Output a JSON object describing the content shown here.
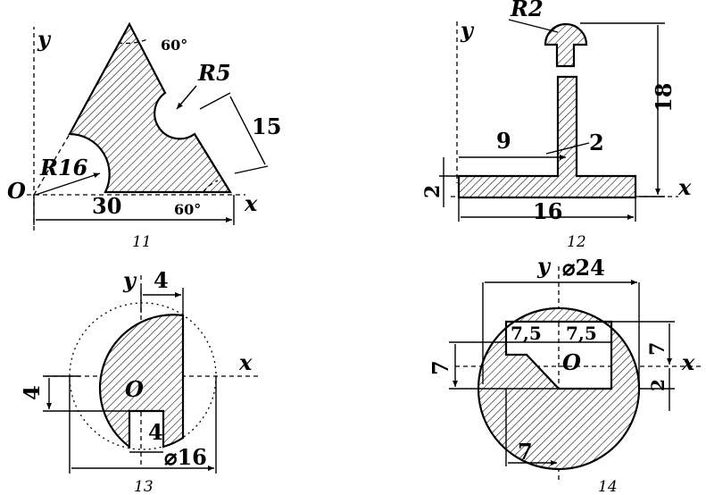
{
  "figures": [
    {
      "caption": "11",
      "labels": {
        "y_axis": "y",
        "x_axis": "x",
        "origin": "O",
        "angle_top": "60°",
        "angle_bottom": "60°",
        "radius_small": "R5",
        "radius_large": "R16",
        "side_len": "15",
        "base_len": "30"
      }
    },
    {
      "caption": "12",
      "labels": {
        "y_axis": "y",
        "x_axis": "x",
        "radius": "R2",
        "height": "18",
        "half_width": "9",
        "web": "2",
        "flange": "2",
        "width": "16"
      }
    },
    {
      "caption": "13",
      "labels": {
        "y_axis": "y",
        "x_axis": "x",
        "origin": "O",
        "top_offset": "4",
        "left_offset": "4",
        "notch": "4",
        "diameter": "⌀16"
      }
    },
    {
      "caption": "14",
      "labels": {
        "y_axis": "y",
        "x_axis": "x",
        "origin": "O",
        "diameter": "⌀24",
        "left_half": "7,5",
        "right_half": "7,5",
        "left_height": "7",
        "right_height": "7",
        "right_low": "2",
        "bottom_width": "7"
      }
    }
  ]
}
